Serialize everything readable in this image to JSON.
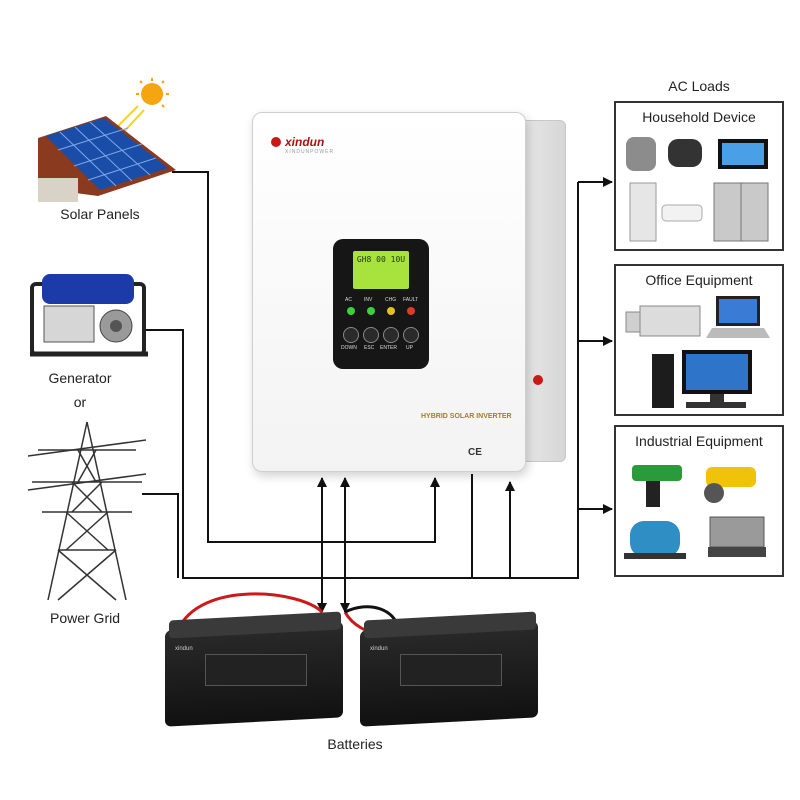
{
  "sources": {
    "solar": "Solar Panels",
    "generator": "Generator",
    "or": "or",
    "grid": "Power Grid"
  },
  "loads": {
    "heading": "AC Loads",
    "household": "Household Device",
    "office": "Office Equipment",
    "industrial": "Industrial Equipment"
  },
  "batteries": "Batteries",
  "inverter": {
    "brand": "xindun",
    "brand_sub": "XINDUNPOWER",
    "lcd_text": "GH8 00 10U",
    "leds": [
      "AC",
      "INV",
      "CHG",
      "FAULT"
    ],
    "buttons": [
      "DOWN",
      "ESC",
      "ENTER",
      "UP"
    ],
    "model": "HYBRID SOLAR INVERTER",
    "cert": "CE"
  },
  "battery_brand": "xindun",
  "colors": {
    "line": "#111111",
    "battery_red_cable": "#cc1a1a",
    "lcd": "#a8e23c",
    "led_green": "#3ecf3e",
    "led_red": "#e23a2a",
    "brand_red": "#c81818"
  }
}
